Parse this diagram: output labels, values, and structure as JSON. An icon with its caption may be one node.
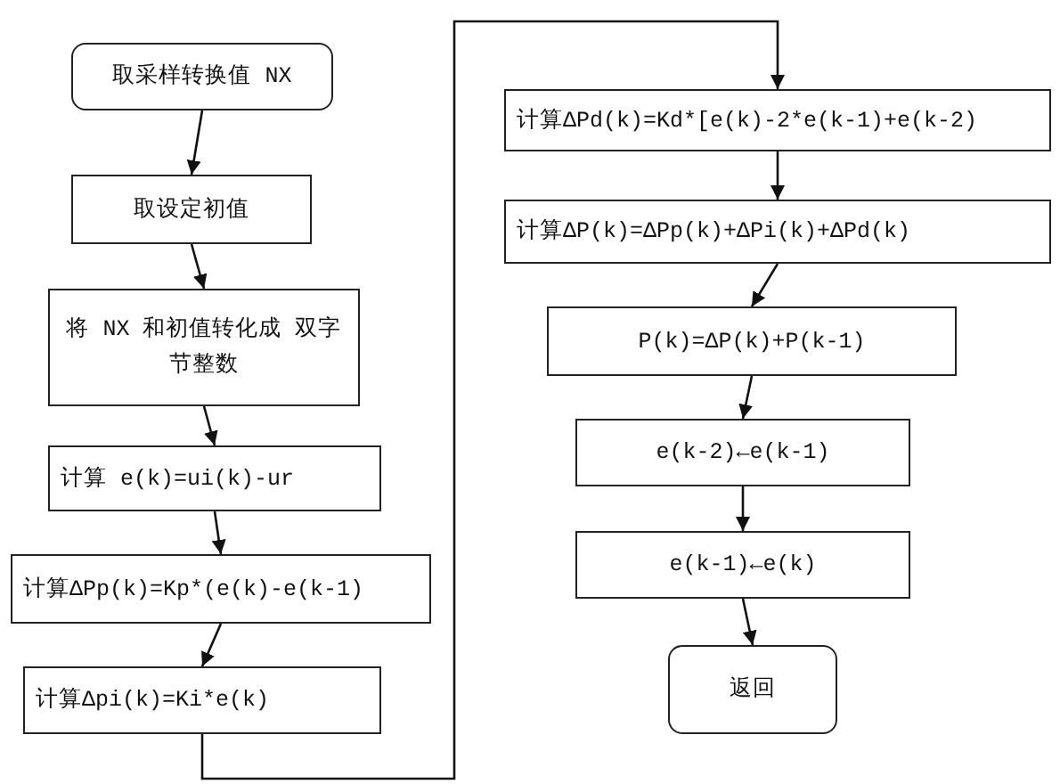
{
  "diagram": {
    "nodes": [
      {
        "text": [
          "取采样转换值 NX"
        ]
      },
      {
        "text": [
          "取设定初值"
        ]
      },
      {
        "text": [
          "将 NX 和初值转化成 双字节整数"
        ]
      },
      {
        "text": [
          "计算 e(k)=ui(k)-ur"
        ]
      },
      {
        "text": [
          "计算ΔPp(k)=Kp*(e(k)-e(k-1)"
        ]
      },
      {
        "text": [
          "计算Δpi(k)=Ki*e(k)"
        ]
      },
      {
        "text": [
          "计算ΔPd(k)=Kd*[e(k)-2*e(k-1)+e(k-2)"
        ]
      },
      {
        "text": [
          "计算ΔP(k)=ΔPp(k)+ΔPi(k)+ΔPd(k)"
        ]
      },
      {
        "text": [
          "P(k)=ΔP(k)+P(k-1)"
        ]
      },
      {
        "text": [
          "e(k-2)←e(k-1)"
        ]
      },
      {
        "text": [
          "e(k-1)←e(k)"
        ]
      },
      {
        "text": [
          "返回"
        ]
      }
    ],
    "edges": [
      {
        "from": 0,
        "to": 1,
        "arrow": "to"
      },
      {
        "from": 1,
        "to": 2,
        "arrow": "to"
      },
      {
        "from": 2,
        "to": 3,
        "arrow": "to"
      },
      {
        "from": 3,
        "to": 4,
        "arrow": "to"
      },
      {
        "from": 4,
        "to": 5,
        "arrow": "to"
      },
      {
        "from": 5,
        "to": 6,
        "arrow": "to"
      },
      {
        "from": 6,
        "to": 7,
        "arrow": "to"
      },
      {
        "from": 7,
        "to": 8,
        "arrow": "to"
      },
      {
        "from": 8,
        "to": 9,
        "arrow": "to"
      },
      {
        "from": 9,
        "to": 10,
        "arrow": "to"
      },
      {
        "from": 10,
        "to": 11,
        "arrow": "to"
      }
    ]
  }
}
